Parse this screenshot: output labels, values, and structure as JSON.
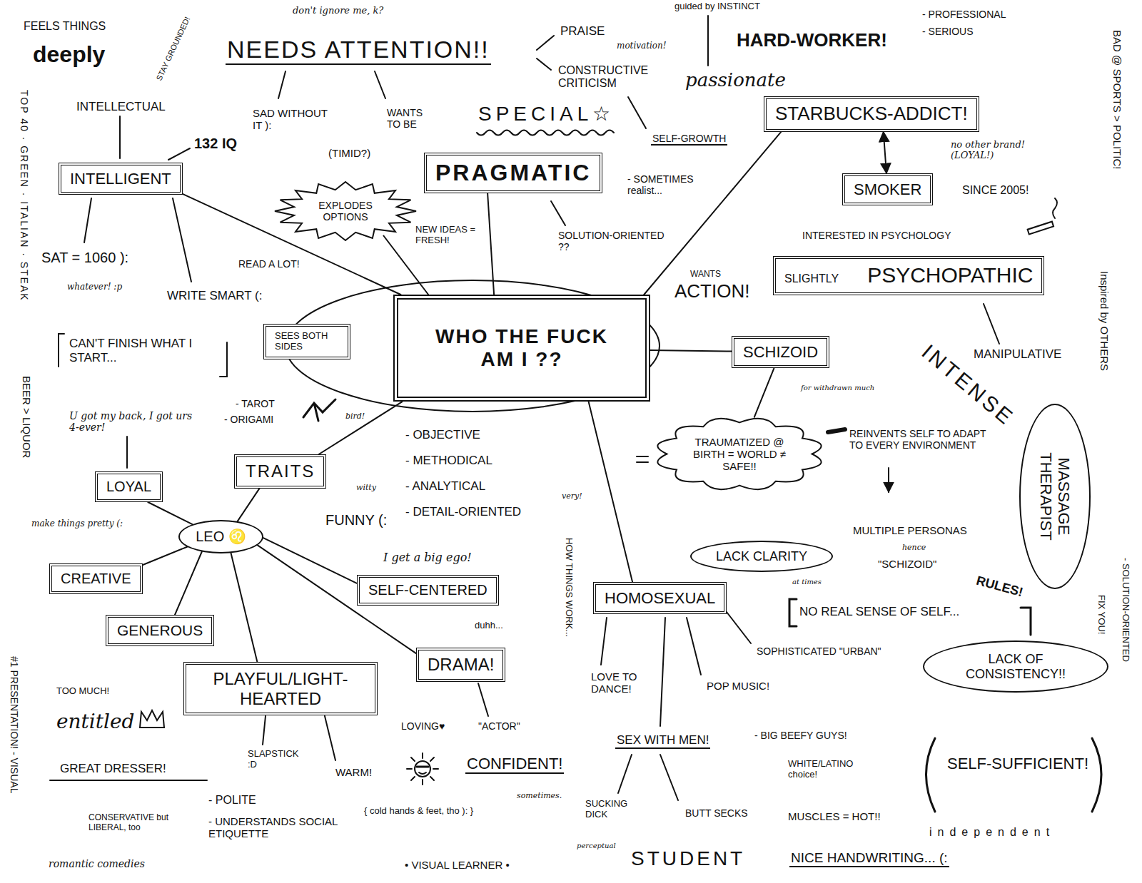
{
  "diagram": {
    "nodes": [
      {
        "text": [
          "STARBUCKS-ADDICT!"
        ]
      },
      {
        "text": [
          "PRAGMATIC"
        ]
      },
      {
        "text": [
          "INTELLIGENT"
        ]
      },
      {
        "text": [
          "SMOKER"
        ]
      },
      {
        "text": [
          "EXPLODES OPTIONS"
        ]
      },
      {
        "text": [
          "SLIGHTLY",
          "PSYCHOPATHIC"
        ]
      },
      {
        "text": [
          "WHO THE FUCK AM I ??"
        ]
      },
      {
        "text": [
          "SEES BOTH SIDES"
        ]
      },
      {
        "text": [
          "SCHIZOID"
        ]
      },
      {
        "text": [
          "MASSAGE THERAPIST"
        ]
      },
      {
        "text": [
          "TRAUMATIZED @ BIRTH = WORLD ≠ SAFE!!"
        ]
      },
      {
        "text": [
          "TRAITS"
        ]
      },
      {
        "text": [
          "LOYAL"
        ]
      },
      {
        "text": [
          "LEO ♌"
        ]
      },
      {
        "text": [
          "LACK CLARITY"
        ]
      },
      {
        "text": [
          "CREATIVE"
        ]
      },
      {
        "text": [
          "SELF-CENTERED"
        ]
      },
      {
        "text": [
          "HOMOSEXUAL"
        ]
      },
      {
        "text": [
          "GENEROUS"
        ]
      },
      {
        "text": [
          "LACK OF CONSISTENCY!!"
        ]
      },
      {
        "text": [
          "DRAMA!"
        ]
      },
      {
        "text": [
          "PLAYFUL/LIGHT-HEARTED"
        ]
      }
    ],
    "edges": [
      {
        "from": 6,
        "to": 2,
        "arrow": "none"
      },
      {
        "from": 6,
        "to": 4,
        "arrow": "none"
      },
      {
        "from": 6,
        "to": 1,
        "arrow": "none"
      },
      {
        "from": 6,
        "to": 0,
        "arrow": "none"
      },
      {
        "from": 0,
        "to": 3,
        "arrow": "both"
      },
      {
        "from": 6,
        "to": 8,
        "arrow": "none"
      },
      {
        "from": 6,
        "to": 17,
        "arrow": "none"
      },
      {
        "from": 6,
        "to": 11,
        "arrow": "none"
      },
      {
        "from": 8,
        "to": 10,
        "arrow": "none"
      },
      {
        "from": 11,
        "to": 13,
        "arrow": "none"
      },
      {
        "from": 13,
        "to": 12,
        "arrow": "none"
      },
      {
        "from": 13,
        "to": 15,
        "arrow": "none"
      },
      {
        "from": 13,
        "to": 18,
        "arrow": "none"
      },
      {
        "from": 13,
        "to": 21,
        "arrow": "none"
      },
      {
        "from": 13,
        "to": 20,
        "arrow": "none"
      },
      {
        "from": 13,
        "to": 16,
        "arrow": "none"
      }
    ],
    "labels": [
      "FEELS THINGS",
      "deeply",
      "STAY GROUNDED!",
      "don't ignore me, k?",
      "NEEDS ATTENTION!!",
      "PRAISE",
      "motivation!",
      "CONSTRUCTIVE CRITICISM",
      "guided by INSTINCT",
      "HARD-WORKER!",
      "- PROFESSIONAL",
      "- SERIOUS",
      "passionate",
      "BAD @ SPORTS > POLITIC!",
      "Inspired by OTHERS",
      "INTELLECTUAL",
      "SAD WITHOUT IT ):",
      "WANTS TO BE",
      "SPECIAL☆",
      "(TIMID?)",
      "SELF-GROWTH",
      "no other brand! (LOYAL!)",
      "132 IQ",
      "- SOMETIMES realist...",
      "SINCE 2005!",
      "TOP 40 · GREEN · ITALIAN · STEAK",
      "SAT = 1060 ):",
      "whatever! :p",
      "READ A LOT!",
      "WRITE SMART (:",
      "NEW IDEAS = FRESH!",
      "SOLUTION-ORIENTED ??",
      "WANTS",
      "ACTION!",
      "INTERESTED IN PSYCHOLOGY",
      "MANIPULATIVE",
      "INTENSE",
      "CAN'T FINISH WHAT I START...",
      "BEER > LIQUOR",
      "U got my back, I got urs 4-ever!",
      "- TAROT",
      "- ORIGAMI",
      "bird!",
      "for withdrawn much",
      "- OBJECTIVE",
      "- METHODICAL",
      "- ANALYTICAL",
      "- DETAIL-ORIENTED",
      "very!",
      "witty",
      "FUNNY (:",
      "REINVENTS SELF TO ADAPT TO EVERY ENVIRONMENT",
      "MULTIPLE PERSONAS",
      "hence",
      "\"SCHIZOID\"",
      "at times",
      "RULES!",
      "NO REAL SENSE OF SELF...",
      "- SOLUTION-ORIENTED",
      "FIX YOU!",
      "make things pretty (:",
      "I get a big ego!",
      "duhh...",
      "HOW THINGS WORK...",
      "SOPHISTICATED \"URBAN\"",
      "LOVE TO DANCE!",
      "POP MUSIC!",
      "TOO MUCH!",
      "entitled",
      "#1 PRESENTATION! - VISUAL",
      "GREAT DRESSER!",
      "- POLITE",
      "- UNDERSTANDS SOCIAL ETIQUETTE",
      "CONSERVATIVE but LIBERAL, too",
      "romantic comedies",
      "SLAPSTICK :D",
      "WARM!",
      "{ cold hands & feet, tho ): }",
      "LOVING♥",
      "\"ACTOR\"",
      "CONFIDENT!",
      "sometimes.",
      "SEX WITH MEN!",
      "- BIG BEEFY GUYS!",
      "WHITE/LATINO choice!",
      "SUCKING DICK",
      "BUTT SECKS",
      "MUSCLES = HOT!!",
      "SELF-SUFFICIENT!",
      "independent",
      "• VISUAL LEARNER •",
      "perceptual",
      "STUDENT",
      "NICE HANDWRITING... (:"
    ]
  }
}
